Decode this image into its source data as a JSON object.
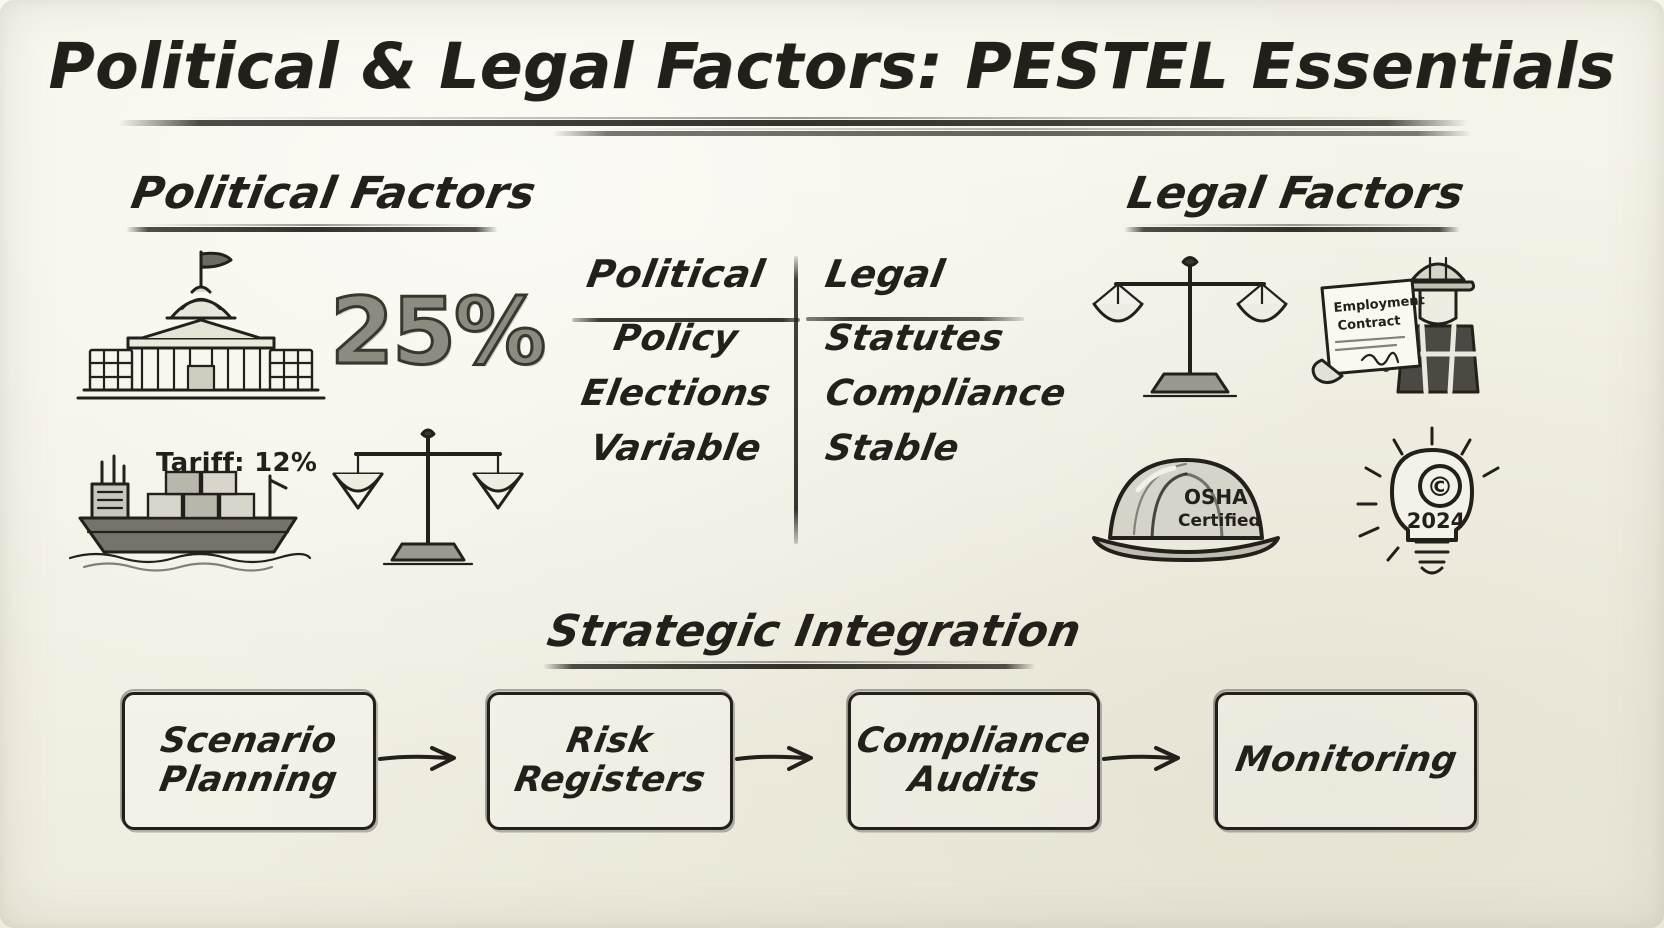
{
  "meta": {
    "title": "Political & Legal Factors: PESTEL Essentials",
    "background_color": "#f6f4e9",
    "ink_color": "#23201c",
    "style": "hand-drawn whiteboard sketch"
  },
  "header": {
    "title": "Political & Legal Factors: PESTEL Essentials"
  },
  "sections": {
    "political": {
      "heading": "Political Factors"
    },
    "legal": {
      "heading": "Legal Factors"
    },
    "integration": {
      "heading": "Strategic Integration"
    }
  },
  "comparison_table": {
    "columns": [
      {
        "header": "Political",
        "cells": [
          "Policy",
          "Elections",
          "Variable"
        ]
      },
      {
        "header": "Legal",
        "cells": [
          "Statutes",
          "Compliance",
          "Stable"
        ]
      }
    ]
  },
  "stats": {
    "headline_percent": "25%",
    "tariff_label": "Tariff: 12%"
  },
  "illustrations": {
    "capitol": {
      "name": "government-capitol-building",
      "flag": true
    },
    "cargo_ship": {
      "name": "cargo-container-ship"
    },
    "scales_left": {
      "name": "balance-scales-justice"
    },
    "scales_right": {
      "name": "balance-scales-justice"
    },
    "contract": {
      "name": "employment-contract-document",
      "line1": "Employment",
      "line2": "Contract"
    },
    "worker": {
      "name": "construction-worker-hardhat"
    },
    "hardhat": {
      "name": "osha-hard-hat",
      "line1": "OSHA",
      "line2": "Certified"
    },
    "lightbulb": {
      "name": "copyright-lightbulb",
      "symbol": "©",
      "year": "2024"
    }
  },
  "flow": {
    "steps": [
      {
        "line1": "Scenario",
        "line2": "Planning"
      },
      {
        "line1": "Risk",
        "line2": "Registers"
      },
      {
        "line1": "Compliance",
        "line2": "Audits"
      },
      {
        "line1": "Monitoring",
        "line2": ""
      }
    ],
    "arrow_glyph": "→"
  }
}
